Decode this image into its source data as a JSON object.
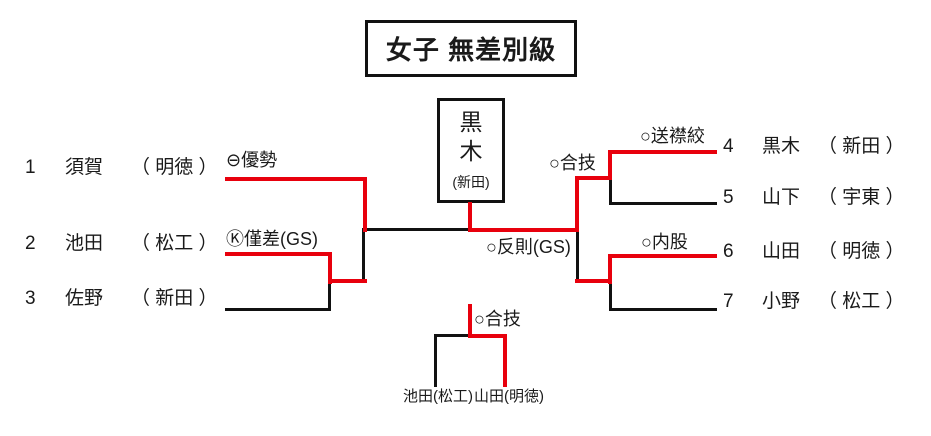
{
  "title": "女子 無差別級",
  "champion": {
    "name_line1": "黒",
    "name_line2": "木",
    "school": "(新田)"
  },
  "entries": {
    "left": [
      {
        "number": "1",
        "name": "須賀",
        "school": "（ 明徳 ）"
      },
      {
        "number": "2",
        "name": "池田",
        "school": "（ 松工 ）"
      },
      {
        "number": "3",
        "name": "佐野",
        "school": "（ 新田 ）"
      }
    ],
    "right": [
      {
        "number": "4",
        "name": "黒木",
        "school": "（ 新田 ）"
      },
      {
        "number": "5",
        "name": "山下",
        "school": "（ 宇東 ）"
      },
      {
        "number": "6",
        "name": "山田",
        "school": "（ 明徳 ）"
      },
      {
        "number": "7",
        "name": "小野",
        "school": "（ 松工 ）"
      }
    ]
  },
  "annotations": {
    "yusei": "⊖優勢",
    "kinsa_gs": "Ⓚ僅差(GS)",
    "hansoku_gs": "○反則(GS)",
    "okuri_eri_jime": "○送襟絞",
    "gogi_semifinal": "○合技",
    "uchimata": "○内股",
    "gogi_third_place": "○合技"
  },
  "third_place_match": {
    "left": "池田(松工)",
    "right": "山田(明徳)"
  },
  "results": {
    "first_round": [
      {
        "winner": "池田",
        "loser": "佐野",
        "technique": "Ⓚ僅差(GS)"
      },
      {
        "winner": "黒木",
        "loser": "山下",
        "technique": "○送襟絞"
      },
      {
        "winner": "山田",
        "loser": "小野",
        "technique": "○内股"
      }
    ],
    "semifinals": [
      {
        "winner": "須賀",
        "loser": "池田",
        "technique": "⊖優勢"
      },
      {
        "winner": "黒木",
        "loser": "山田",
        "technique": "○合技"
      }
    ],
    "final": {
      "winner": "黒木",
      "loser": "須賀",
      "technique": "○反則(GS)"
    },
    "third_place": {
      "winner": "山田",
      "loser": "池田",
      "technique": "○合技"
    }
  },
  "colors": {
    "winner_path_red": "#e8000d",
    "bracket_line": "#111111"
  }
}
